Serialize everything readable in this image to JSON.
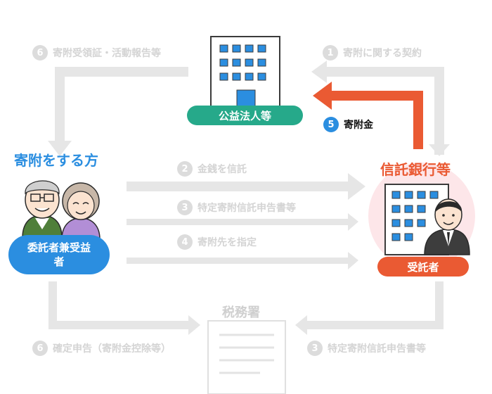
{
  "steps": {
    "s1": {
      "num": "1",
      "label": "寄附に関する契約"
    },
    "s2": {
      "num": "2",
      "label": "金銭を信託"
    },
    "s3": {
      "num": "3",
      "label": "特定寄附信託申告書等"
    },
    "s4": {
      "num": "4",
      "label": "寄附先を指定"
    },
    "s5": {
      "num": "5",
      "label": "寄附金"
    },
    "s6a": {
      "num": "6",
      "label": "寄附受領証・活動報告等"
    },
    "s6b": {
      "num": "6",
      "label": "確定申告（寄附金控除等）"
    },
    "s3b": {
      "num": "3",
      "label": "特定寄附信託申告書等"
    }
  },
  "nodes": {
    "public_corp": "公益法人等",
    "donor_title": "寄附をする方",
    "donor_label": "委託者兼受益者",
    "bank_title": "信託銀行等",
    "trustee_label": "受託者",
    "tax_office": "税務署"
  },
  "colors": {
    "green": "#26a98a",
    "blue": "#2b8ee0",
    "orange": "#ea5a33",
    "gray": "#e6e6e6",
    "pink": "#fde6e9"
  }
}
